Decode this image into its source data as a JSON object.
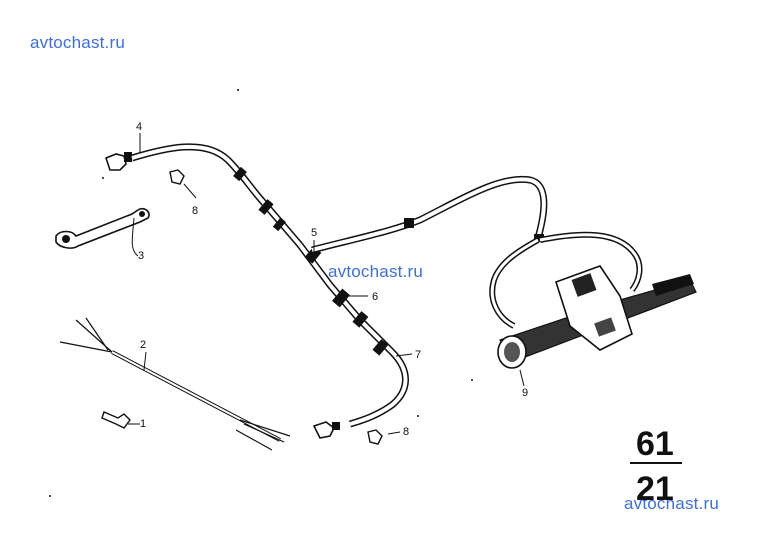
{
  "watermarks": [
    "avtochast.ru",
    "avtochast.ru",
    "avtochast.ru"
  ],
  "callouts": {
    "c1": "1",
    "c2": "2",
    "c3": "3",
    "c4": "4",
    "c5": "5",
    "c6": "6",
    "c7": "7",
    "c8a": "8",
    "c8b": "8",
    "c9": "9"
  },
  "group": {
    "main": "61",
    "sub": "21"
  }
}
